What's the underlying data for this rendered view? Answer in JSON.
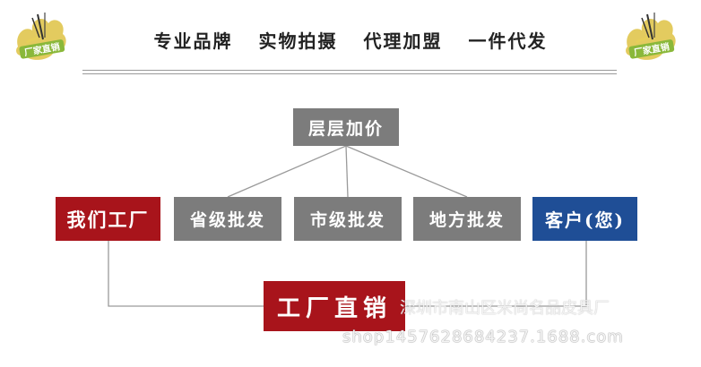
{
  "header": {
    "slogans": [
      "专业品牌",
      "实物拍摄",
      "代理加盟",
      "一件代发"
    ],
    "badge_text": "厂家直销"
  },
  "diagram": {
    "top_box": "层层加价",
    "factory": "我们工厂",
    "province": "省级批发",
    "city": "市级批发",
    "local": "地方批发",
    "customer": "客户(您)",
    "direct": "工厂直销"
  },
  "watermark": {
    "shop_name": "深圳市南山区米尚名品皮具厂",
    "url": "shop1457628684237.1688.com"
  },
  "colors": {
    "gray": "#7c7c7c",
    "red": "#a8141b",
    "blue": "#1f4e96",
    "badge_green": "#8ab83a",
    "badge_yellow": "#d9b92a"
  }
}
